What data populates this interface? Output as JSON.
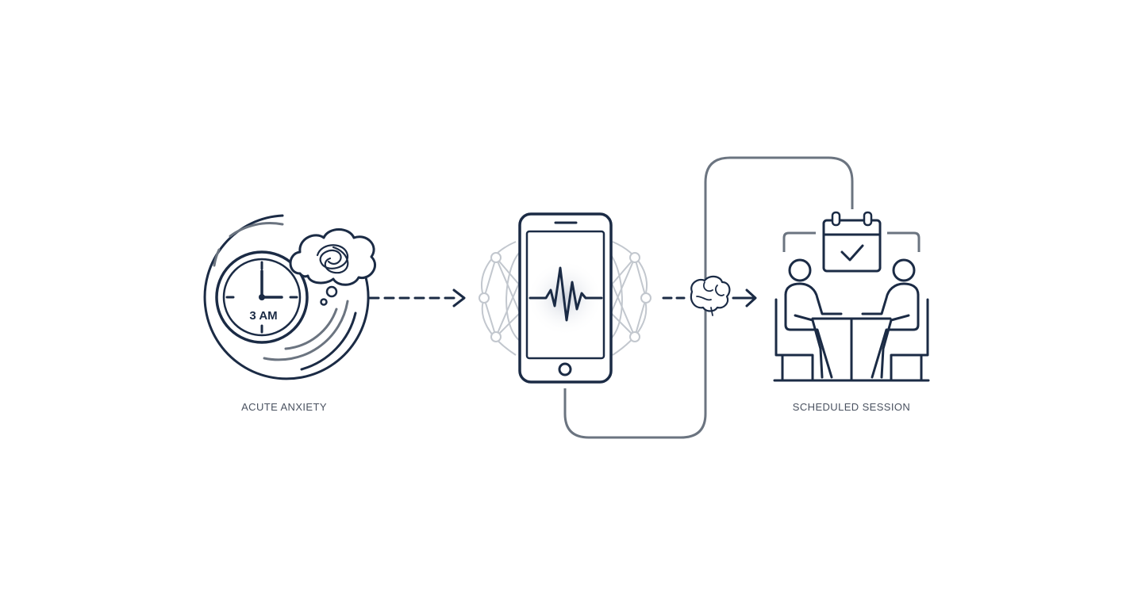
{
  "diagram": {
    "stage_1": {
      "label": "ACUTE ANXIETY",
      "clock_text": "3 AM",
      "icons": [
        "clock-icon",
        "cloud-icon"
      ]
    },
    "stage_2": {
      "icons": [
        "smartphone-icon",
        "heartbeat-icon",
        "network-icon"
      ]
    },
    "stage_3": {
      "label": "SCHEDULED SESSION",
      "icons": [
        "calendar-check-icon",
        "two-people-at-table-icon"
      ]
    },
    "connector_icons": [
      "dashed-arrow-icon",
      "brain-icon",
      "arrow-icon"
    ]
  },
  "colors": {
    "primary": "#1b2b45",
    "secondary": "#6b7480",
    "light": "#c2c7ce",
    "background": "#ffffff"
  }
}
